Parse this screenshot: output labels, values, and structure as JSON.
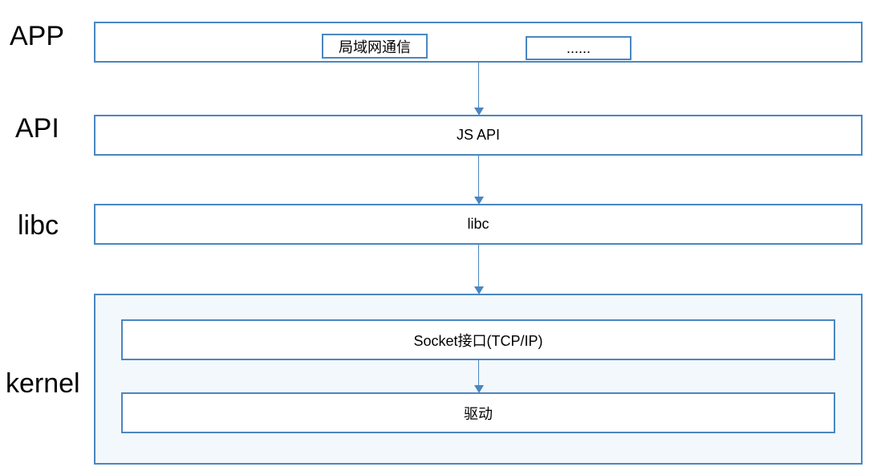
{
  "layers": {
    "app": "APP",
    "api": "API",
    "libc": "libc",
    "kernel": "kernel"
  },
  "app_items": [
    "局域网通信",
    "......"
  ],
  "api_box": "JS API",
  "libc_box": "libc",
  "kernel_items": [
    "Socket接口(TCP/IP)",
    "驱动"
  ],
  "colors": {
    "border": "#4a86c0",
    "arrow": "#4a86c0",
    "kernel_fill": "#f3f8fc"
  }
}
